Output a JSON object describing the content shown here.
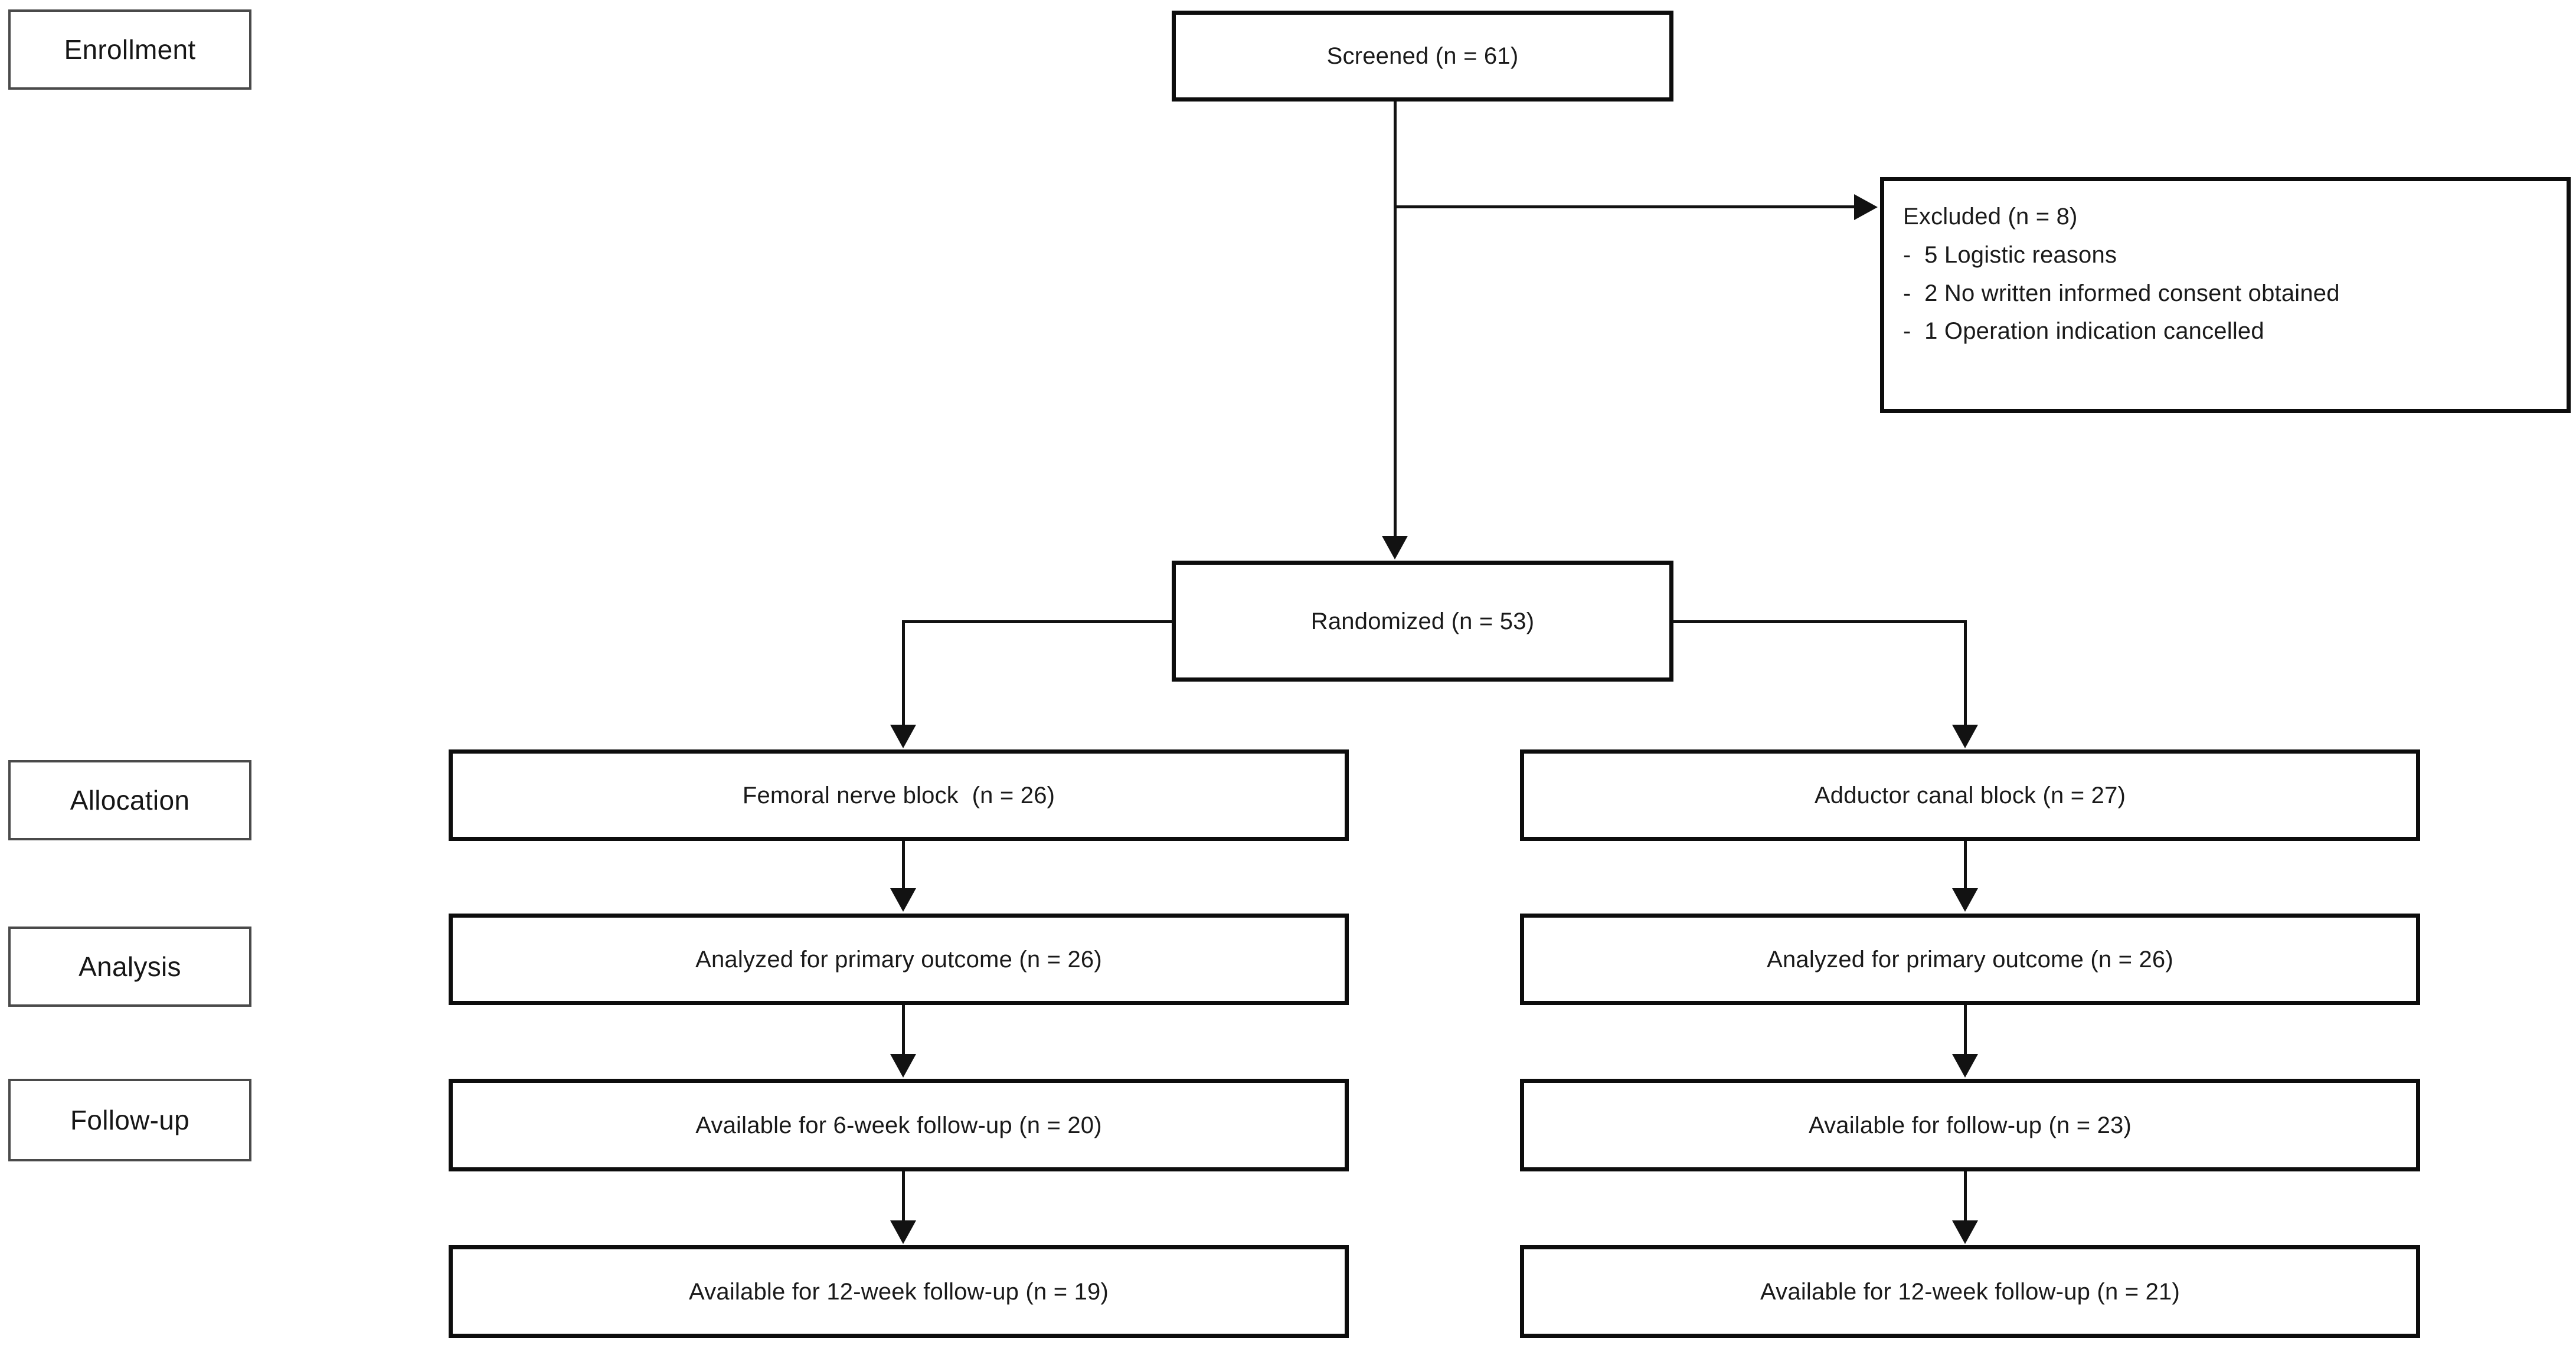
{
  "diagram": {
    "type": "CONSORT participant flow diagram",
    "stage_labels": [
      {
        "key": "enrollment",
        "label": "Enrollment"
      },
      {
        "key": "allocation",
        "label": "Allocation"
      },
      {
        "key": "analysis",
        "label": "Analysis"
      },
      {
        "key": "followup",
        "label": "Follow-up"
      }
    ],
    "nodes": {
      "screened": {
        "label": "Screened (n = 61)",
        "n": 61
      },
      "excluded": {
        "title": "Excluded (n = 8)",
        "n": 8,
        "reasons": [
          "-  5 Logistic reasons",
          "-  2 No written informed consent obtained",
          "-  1 Operation indication cancelled"
        ],
        "reasons_text": "Excluded (n = 8)\n-  5 Logistic reasons\n-  2 No written informed consent obtained\n-  1 Operation indication cancelled"
      },
      "randomized": {
        "label": "Randomized (n = 53)",
        "n": 53
      },
      "left_allocation": {
        "label": "Femoral nerve block  (n = 26)",
        "n": 26
      },
      "right_allocation": {
        "label": "Adductor canal block (n = 27)",
        "n": 27
      },
      "left_analysis": {
        "label": "Analyzed for primary outcome (n = 26)",
        "n": 26
      },
      "right_analysis": {
        "label": "Analyzed for primary outcome (n = 26)",
        "n": 26
      },
      "left_followup_1": {
        "label": "Available for 6-week follow-up (n = 20)",
        "n": 20
      },
      "right_followup_1": {
        "label": "Available for follow-up (n = 23)",
        "n": 23
      },
      "left_followup_2": {
        "label": "Available for 12-week follow-up (n = 19)",
        "n": 19
      },
      "right_followup_2": {
        "label": "Available for 12-week follow-up (n = 21)",
        "n": 21
      }
    },
    "colors": {
      "flow_border": "#0d0d0d",
      "stage_border": "#4a4a4a",
      "connector": "#121212",
      "background": "#ffffff",
      "text": "#1a1a1a"
    }
  }
}
